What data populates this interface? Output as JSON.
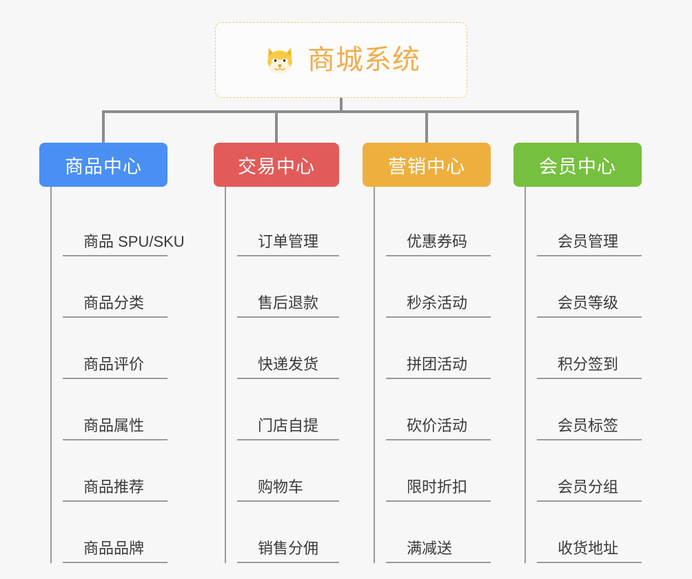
{
  "root": {
    "title": "商城系统",
    "icon": "shiba-dog-icon",
    "border_color": "#efc773",
    "title_color": "#f0ad4e"
  },
  "columns": [
    {
      "id": "product-center",
      "label": "商品中心",
      "color": "#4a90f4",
      "items": [
        "商品 SPU/SKU",
        "商品分类",
        "商品评价",
        "商品属性",
        "商品推荐",
        "商品品牌"
      ]
    },
    {
      "id": "trade-center",
      "label": "交易中心",
      "color": "#e35b58",
      "items": [
        "订单管理",
        "售后退款",
        "快递发货",
        "门店自提",
        "购物车",
        "销售分佣"
      ]
    },
    {
      "id": "marketing-center",
      "label": "营销中心",
      "color": "#eeaf3f",
      "items": [
        "优惠券码",
        "秒杀活动",
        "拼团活动",
        "砍价活动",
        "限时折扣",
        "满减送"
      ]
    },
    {
      "id": "member-center",
      "label": "会员中心",
      "color": "#76c040",
      "items": [
        "会员管理",
        "会员等级",
        "积分签到",
        "会员标签",
        "会员分组",
        "收货地址"
      ]
    }
  ],
  "theme": {
    "background": "#f7f7f7",
    "connector_color": "#8c8c8c",
    "spine_color": "#9a9a9a",
    "item_text_color": "#3a3a3a"
  }
}
